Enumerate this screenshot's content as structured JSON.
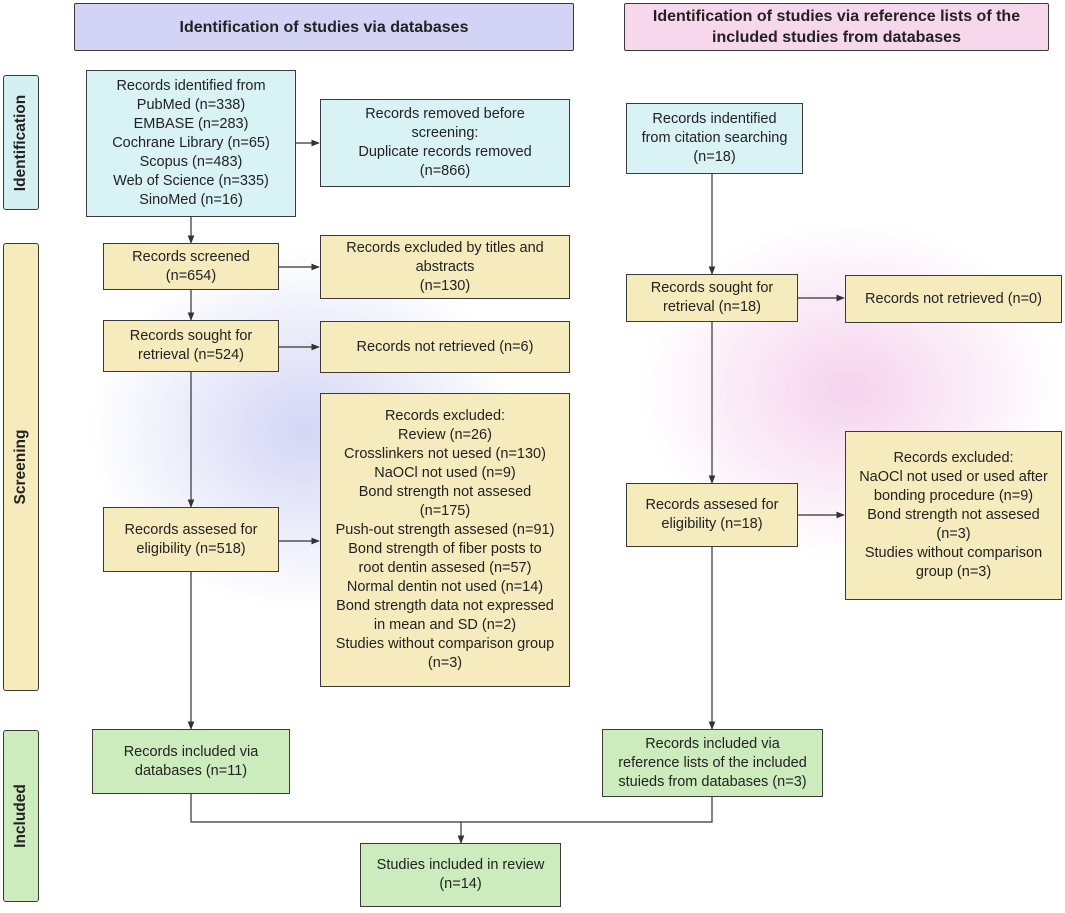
{
  "headers": {
    "databases": "Identification of studies via databases",
    "references": [
      "Identification of studies via reference lists of the",
      "included studies from databases"
    ]
  },
  "stages": {
    "identification": "Identification",
    "screening": "Screening",
    "included": "Included"
  },
  "left": {
    "identified": [
      "Records identified from",
      "PubMed (n=338)",
      "EMBASE (n=283)",
      "Cochrane Library (n=65)",
      "Scopus (n=483)",
      "Web of Science (n=335)",
      "SinoMed (n=16)"
    ],
    "removed": [
      "Records removed before",
      "screening:",
      "Duplicate records removed",
      "(n=866)"
    ],
    "screened": [
      "Records screened",
      "(n=654)"
    ],
    "excluded_titles": [
      "Records excluded by titles and",
      "abstracts",
      "(n=130)"
    ],
    "sought": [
      "Records sought for",
      "retrieval (n=524)"
    ],
    "not_retrieved": [
      "Records not retrieved (n=6)"
    ],
    "assessed": [
      "Records assesed for",
      "eligibility (n=518)"
    ],
    "excluded": [
      "Records excluded:",
      "Review (n=26)",
      "Crosslinkers not uesed (n=130)",
      "NaOCl not used (n=9)",
      "Bond strength not assesed",
      "(n=175)",
      "Push-out strength assesed (n=91)",
      "Bond strength of fiber posts to",
      "root dentin assesed (n=57)",
      "Normal dentin not used (n=14)",
      "Bond strength data not expressed",
      "in mean and SD (n=2)",
      "Studies without comparison group",
      "(n=3)"
    ],
    "included": [
      "Records included via",
      "databases (n=11)"
    ]
  },
  "right": {
    "identified": [
      "Records indentified",
      "from citation searching",
      "(n=18)"
    ],
    "sought": [
      "Records sought for",
      "retrieval (n=18)"
    ],
    "not_retrieved": [
      "Records not retrieved (n=0)"
    ],
    "assessed": [
      "Records assesed for",
      "eligibility (n=18)"
    ],
    "excluded": [
      "Records excluded:",
      "NaOCl not used or used after",
      "bonding procedure (n=9)",
      "Bond strength not assesed",
      "(n=3)",
      "Studies without comparison",
      "group (n=3)"
    ],
    "included": [
      "Records included via",
      "reference lists of the included",
      "stuieds from databases (n=3)"
    ]
  },
  "final": [
    "Studies included in review",
    "(n=14)"
  ],
  "colors": {
    "identification_box": "#d9f2f5",
    "screening_box": "#f6ebbd",
    "included_box": "#cdecbd",
    "header_left": "#d2d3f5",
    "header_right": "#f6d7ec",
    "line": "#333333"
  }
}
